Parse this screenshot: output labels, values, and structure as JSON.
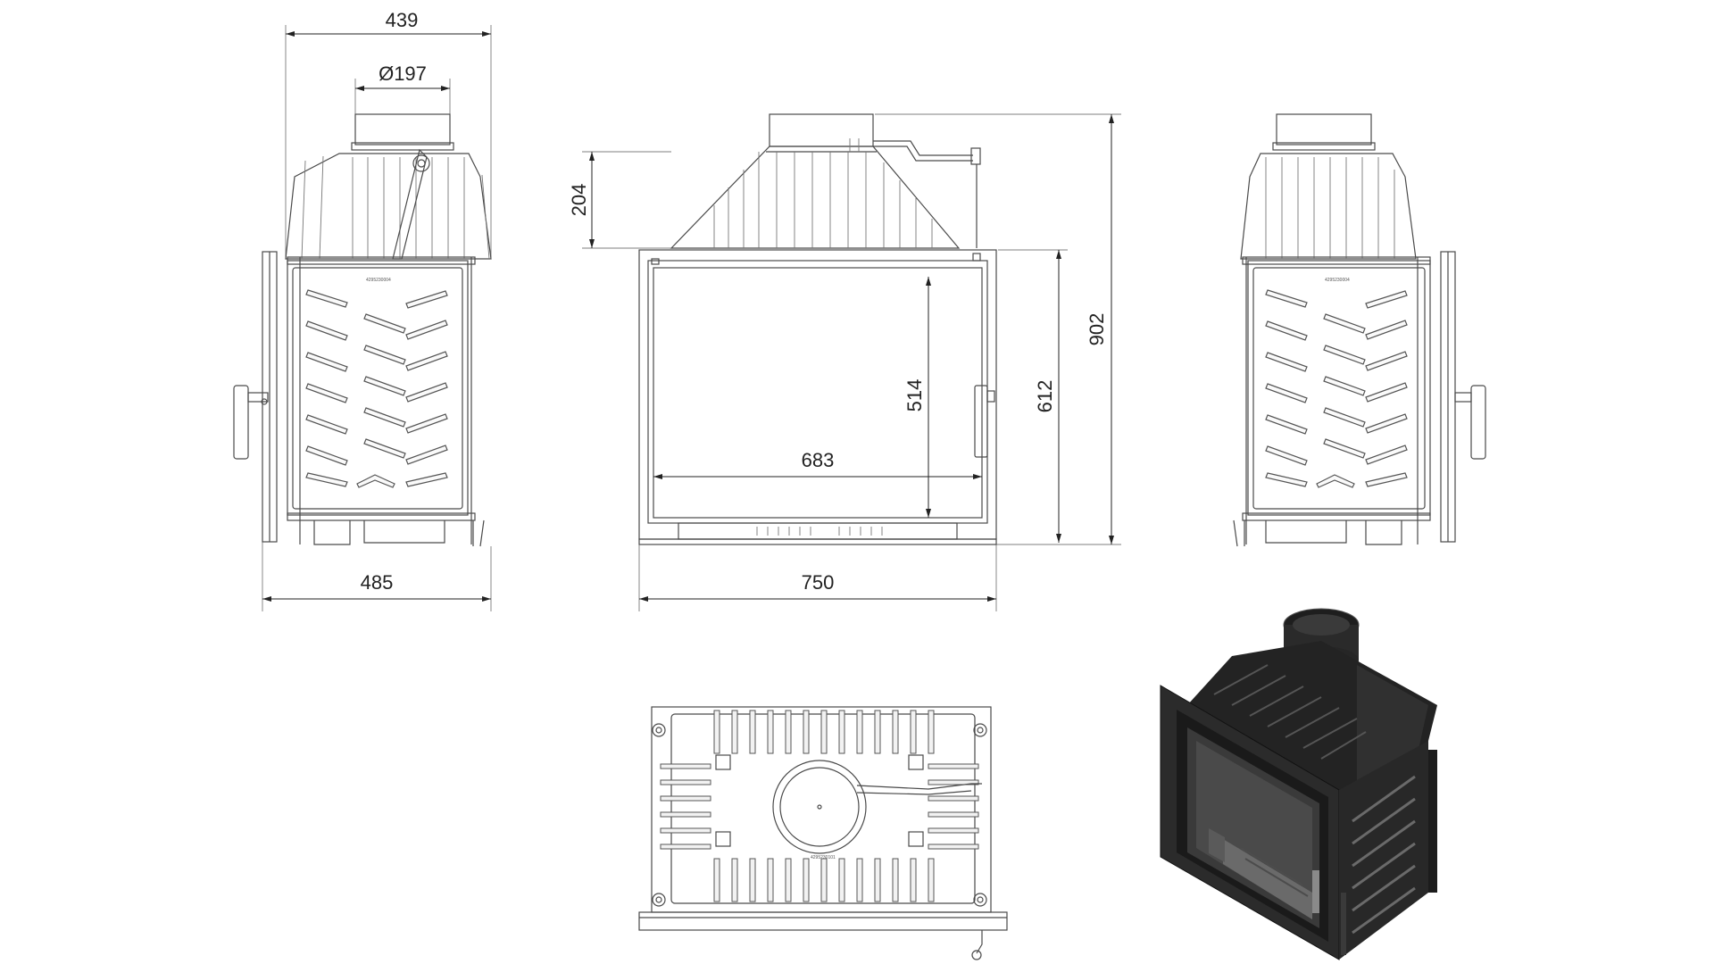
{
  "drawing": {
    "side_view_left": {
      "dim_top_width": "439",
      "dim_flue_diameter": "Ø197",
      "dim_bottom_width": "485",
      "plate_code": "4295230004"
    },
    "front_view": {
      "dim_top_height": "204",
      "dim_glass_height": "514",
      "dim_glass_width": "683",
      "dim_body_height": "612",
      "dim_total_height": "902",
      "dim_total_width": "750"
    },
    "side_view_right": {
      "plate_code": "4295230004"
    },
    "top_view": {
      "plate_code": "4295230101"
    },
    "iso_view": {
      "render": "black cast-iron fireplace insert, isometric"
    },
    "colors": {
      "line": "#4a4a4a",
      "dimension": "#222222",
      "insert_body": "#2b2b2b"
    }
  }
}
